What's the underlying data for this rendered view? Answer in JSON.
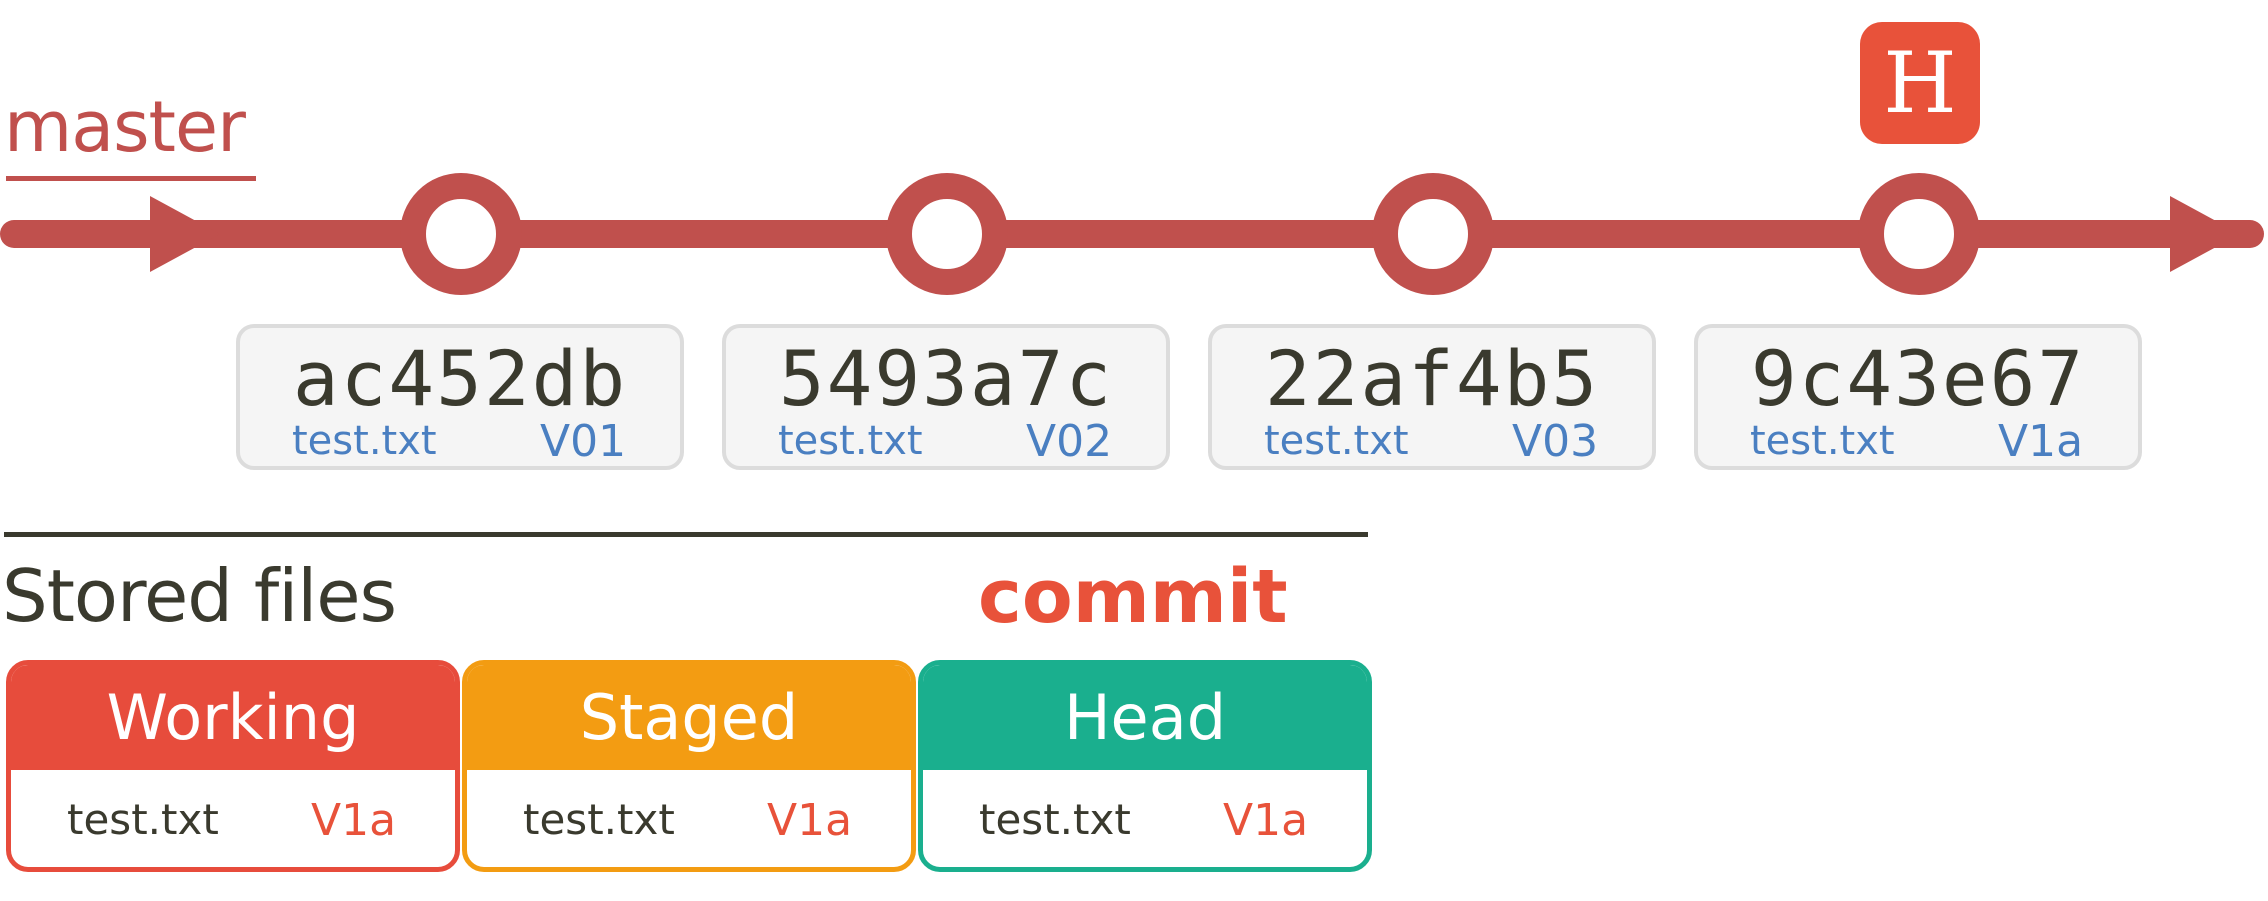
{
  "branch": {
    "name": "master"
  },
  "head_marker": {
    "letter": "H"
  },
  "commits": [
    {
      "hash": "ac452db",
      "file": "test.txt",
      "version": "V01"
    },
    {
      "hash": "5493a7c",
      "file": "test.txt",
      "version": "V02"
    },
    {
      "hash": "22af4b5",
      "file": "test.txt",
      "version": "V03"
    },
    {
      "hash": "9c43e67",
      "file": "test.txt",
      "version": "V1a"
    }
  ],
  "stored_files": {
    "title": "Stored files",
    "action": "commit",
    "areas": [
      {
        "name": "Working",
        "file": "test.txt",
        "version": "V1a",
        "color": "#e74c3c"
      },
      {
        "name": "Staged",
        "file": "test.txt",
        "version": "V1a",
        "color": "#f39c12"
      },
      {
        "name": "Head",
        "file": "test.txt",
        "version": "V1a",
        "color": "#1aaf8e"
      }
    ]
  },
  "colors": {
    "timeline": "#c0504d",
    "hash_text": "#3a3a2e",
    "file_blue": "#4a7fc1",
    "accent": "#e8523a"
  }
}
